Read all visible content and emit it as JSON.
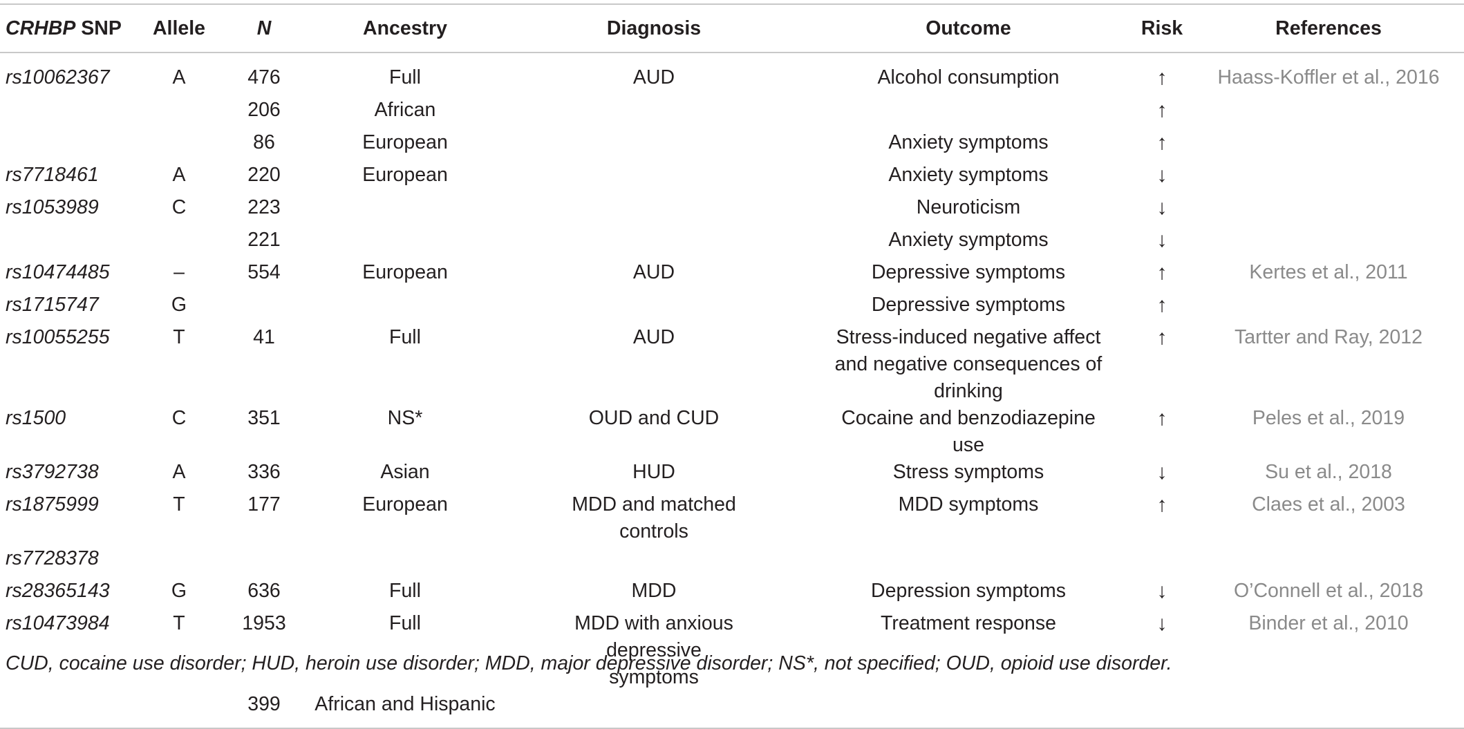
{
  "table": {
    "headers": {
      "snp_italic": "CRHBP",
      "snp_rest": " SNP",
      "allele": "Allele",
      "n": "N",
      "ancestry": "Ancestry",
      "diagnosis": "Diagnosis",
      "outcome": "Outcome",
      "risk": "Risk",
      "references": "References"
    },
    "rows": [
      {
        "snp": "rs10062367",
        "allele": "A",
        "n": "476",
        "ancestry": "Full",
        "diagnosis": "AUD",
        "outcome": "Alcohol consumption",
        "risk": "↑",
        "reference": "Haass-Koffler et al., 2016"
      },
      {
        "snp": "",
        "allele": "",
        "n": "206",
        "ancestry": "African",
        "diagnosis": "",
        "outcome": "",
        "risk": "↑",
        "reference": ""
      },
      {
        "snp": "",
        "allele": "",
        "n": "86",
        "ancestry": "European",
        "diagnosis": "",
        "outcome": "Anxiety symptoms",
        "risk": "↑",
        "reference": ""
      },
      {
        "snp": "rs7718461",
        "allele": "A",
        "n": "220",
        "ancestry": "European",
        "diagnosis": "",
        "outcome": "Anxiety symptoms",
        "risk": "↓",
        "reference": ""
      },
      {
        "snp": "rs1053989",
        "allele": "C",
        "n": "223",
        "ancestry": "",
        "diagnosis": "",
        "outcome": "Neuroticism",
        "risk": "↓",
        "reference": ""
      },
      {
        "snp": "",
        "allele": "",
        "n": "221",
        "ancestry": "",
        "diagnosis": "",
        "outcome": "Anxiety symptoms",
        "risk": "↓",
        "reference": ""
      },
      {
        "snp": "rs10474485",
        "allele": "–",
        "n": "554",
        "ancestry": "European",
        "diagnosis": "AUD",
        "outcome": "Depressive symptoms",
        "risk": "↑",
        "reference": "Kertes et al., 2011"
      },
      {
        "snp": "rs1715747",
        "allele": "G",
        "n": "",
        "ancestry": "",
        "diagnosis": "",
        "outcome": "Depressive symptoms",
        "risk": "↑",
        "reference": ""
      },
      {
        "snp": "rs10055255",
        "allele": "T",
        "n": "41",
        "ancestry": "Full",
        "diagnosis": "AUD",
        "outcome": "Stress-induced negative affect and negative consequences of drinking",
        "risk": "↑",
        "reference": "Tartter and Ray, 2012"
      },
      {
        "snp": "rs1500",
        "allele": "C",
        "n": "351",
        "ancestry": "NS*",
        "diagnosis": "OUD and CUD",
        "outcome": "Cocaine and benzodiazepine use",
        "risk": "↑",
        "reference": "Peles et al., 2019"
      },
      {
        "snp": "rs3792738",
        "allele": "A",
        "n": "336",
        "ancestry": "Asian",
        "diagnosis": "HUD",
        "outcome": "Stress symptoms",
        "risk": "↓",
        "reference": "Su et al., 2018"
      },
      {
        "snp": "rs1875999",
        "allele": "T",
        "n": "177",
        "ancestry": "European",
        "diagnosis": "MDD and matched controls",
        "outcome": "MDD symptoms",
        "risk": "↑",
        "reference": "Claes et al., 2003"
      },
      {
        "snp": "rs7728378",
        "allele": "",
        "n": "",
        "ancestry": "",
        "diagnosis": "",
        "outcome": "",
        "risk": "",
        "reference": ""
      },
      {
        "snp": "rs28365143",
        "allele": "G",
        "n": "636",
        "ancestry": "Full",
        "diagnosis": "MDD",
        "outcome": "Depression symptoms",
        "risk": "↓",
        "reference": "O’Connell et al., 2018"
      },
      {
        "snp": "rs10473984",
        "allele": "T",
        "n": "1953",
        "ancestry": "Full",
        "diagnosis": "MDD with anxious depressive symptoms",
        "outcome": "Treatment response",
        "risk": "↓",
        "reference": "Binder et al., 2010"
      },
      {
        "snp": "",
        "allele": "",
        "n": "399",
        "ancestry": "African and Hispanic",
        "diagnosis": "",
        "outcome": "",
        "risk": "",
        "reference": ""
      }
    ]
  },
  "footnote": "CUD, cocaine use disorder; HUD, heroin use disorder; MDD, major depressive disorder; NS*, not specified; OUD, opioid use disorder."
}
